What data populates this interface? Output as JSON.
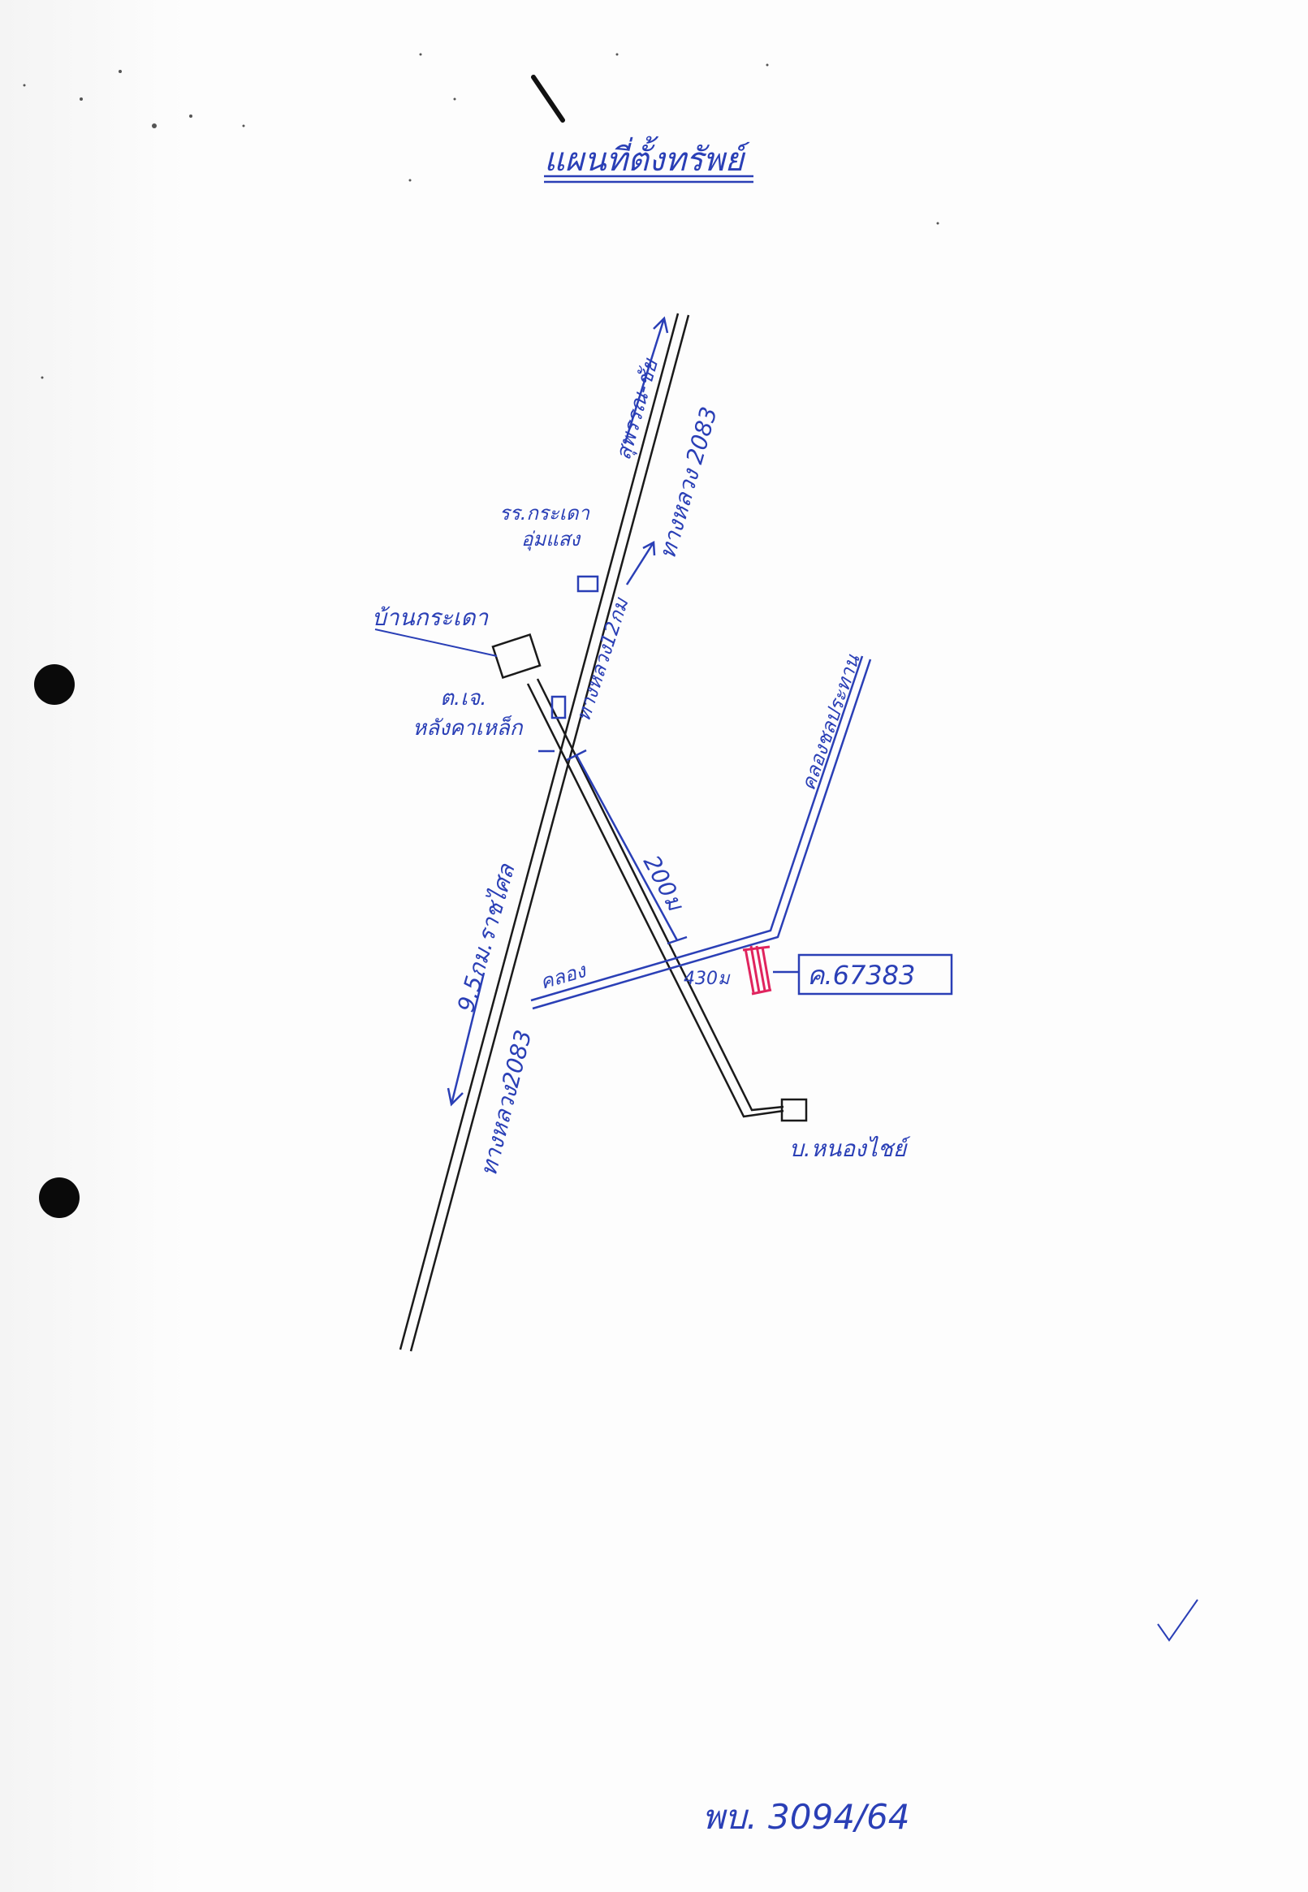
{
  "map": {
    "title": "แผนที่ตั้งทรัพย์",
    "labels": {
      "road_top": "สุพรรณ-ชัย",
      "hwy_top": "ทางหลวง 2083",
      "school": "รร.กระเดา",
      "school_2": "อุ่มแสง",
      "dist_school": "ทางหลวง12กม",
      "village": "บ้านกระเดา",
      "chedi_1": "ต.เจ.",
      "chedi_2": "หลังคาเหล็ก",
      "dist_200": "200ม",
      "canal_right": "คลองชลประทาน",
      "dist_city": "9.5กม.ราชไศล",
      "canal_left": "คลอง",
      "dist_30": "430ม",
      "parcel": "ค.67383",
      "hwy_bottom": "ทางหลวง2083",
      "nong_chai": "บ.หนองไชย์",
      "doc_no": "พบ. 3094/64"
    }
  }
}
